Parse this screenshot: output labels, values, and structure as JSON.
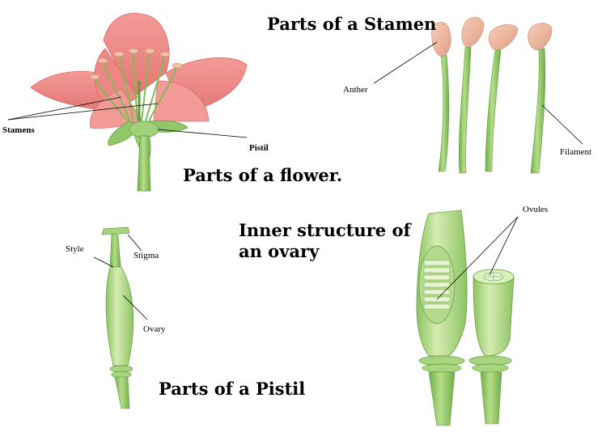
{
  "titles": {
    "stamen": "Parts of a Stamen",
    "flower": "Parts of a flower.",
    "ovary_line1": "Inner structure of",
    "ovary_line2": "an ovary",
    "pistil": "Parts of a Pistil"
  },
  "labels": {
    "stamens": "Stamens",
    "pistil": "Pistil",
    "anther": "Anther",
    "filament": "Filament",
    "style": "Style",
    "stigma": "Stigma",
    "ovary": "Ovary",
    "ovules": "Ovules"
  },
  "colors": {
    "petal": "#ef8f8c",
    "petal_dark": "#d96b6a",
    "stem": "#8fc769",
    "stem_dark": "#5f9e3f",
    "anther": "#f0b9a0",
    "ovary_body": "#b9dc8c",
    "ovule": "#e8f4d4"
  }
}
